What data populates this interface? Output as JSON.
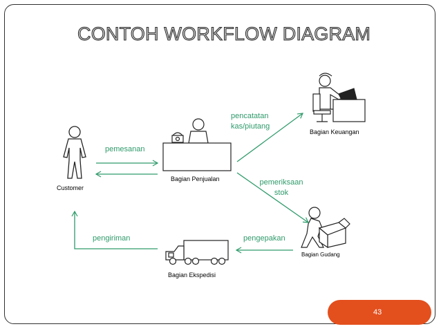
{
  "title": "CONTOH WORKFLOW DIAGRAM",
  "actors": {
    "customer": "Customer",
    "penjualan": "Bagian Penjualan",
    "keuangan": "Bagian Keuangan",
    "gudang": "Bagian Gudang",
    "ekspedisi": "Bagian Ekspedisi"
  },
  "flows": {
    "pemesanan": "pemesanan",
    "pencatatan_line1": "pencatatan",
    "pencatatan_line2": "kas/piutang",
    "pemeriksaan_line1": "pemeriksaan",
    "pemeriksaan_line2": "stok",
    "pengepakan": "pengepakan",
    "pengiriman": "pengiriman"
  },
  "page_number": "43",
  "colors": {
    "arrow": "#2e9a6a",
    "badge": "#e34f1d",
    "frame": "#2f2f2f"
  }
}
